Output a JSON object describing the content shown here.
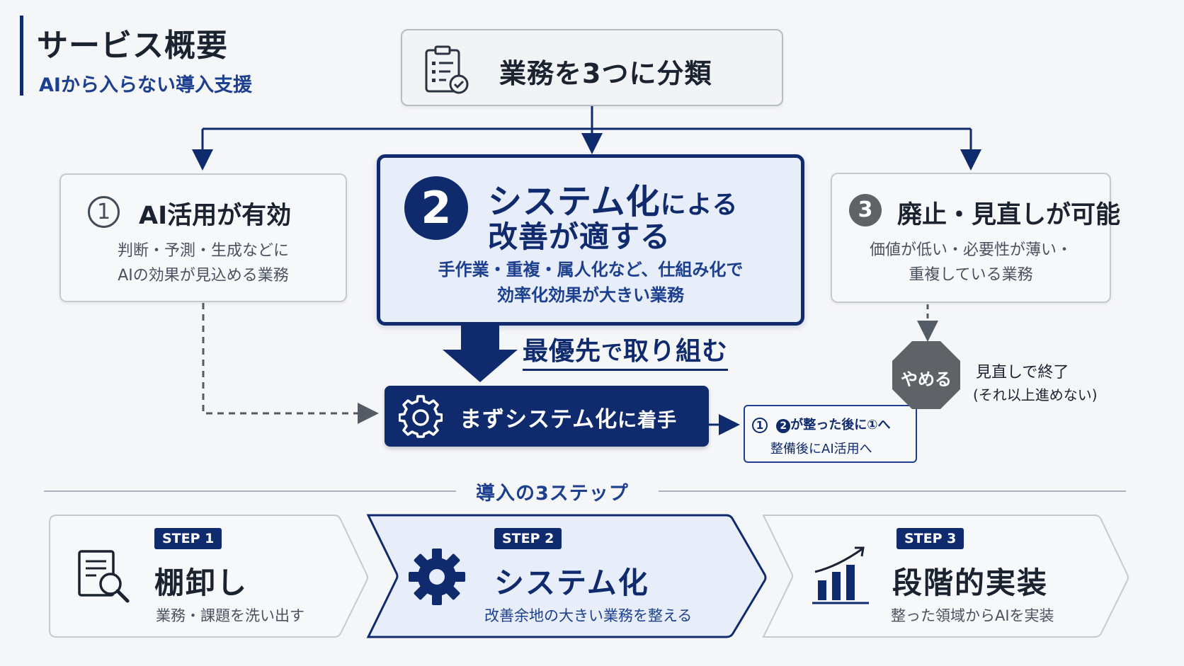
{
  "header": {
    "title": "サービス概要",
    "subtitle": "AIから入らない導入支援"
  },
  "top": {
    "label": "業務を3つに分類",
    "icon": "checklist-icon"
  },
  "categories": [
    {
      "number": "1",
      "title": "AI活用が有効",
      "desc": [
        "判断・予測・生成などに",
        "AIの効果が見込める業務"
      ]
    },
    {
      "number": "2",
      "title_main": "システム化",
      "title_particle": "による",
      "title_line2": "改善が適する",
      "desc": [
        "手作業・重複・属人化など、仕組み化で",
        "効率化効果が大きい業務"
      ]
    },
    {
      "number": "3",
      "title": "廃止・見直しが可能",
      "desc": [
        "価値が低い・必要性が薄い・",
        "重複している業務"
      ]
    }
  ],
  "priority": {
    "part1": "最優先",
    "part2": "で",
    "part3": "取り組む"
  },
  "start": {
    "label_main": "まずシステム化",
    "label_tail": "に着手",
    "icon": "gear-icon"
  },
  "note": {
    "num": "1",
    "num2": "2",
    "line1_text": "が整った後に①へ",
    "line2": "整備後にAI活用へ"
  },
  "stop": {
    "sign": "やめる",
    "note1": "見直しで終了",
    "note2": "(それ以上進めない)"
  },
  "steps_header": "導入の3ステップ",
  "steps": [
    {
      "badge": "STEP 1",
      "title": "棚卸し",
      "desc": "業務・課題を洗い出す",
      "icon": "document-search-icon"
    },
    {
      "badge": "STEP 2",
      "title": "システム化",
      "desc": "改善余地の大きい業務を整える",
      "icon": "gear-icon"
    },
    {
      "badge": "STEP 3",
      "title": "段階的実装",
      "desc": "整った領域からAIを実装",
      "icon": "growth-chart-icon"
    }
  ],
  "colors": {
    "navy": "#0f2b6e",
    "blue": "#1d3f8f",
    "highlight_bg": "#e8eef9",
    "stop_gray": "#5f6368"
  }
}
